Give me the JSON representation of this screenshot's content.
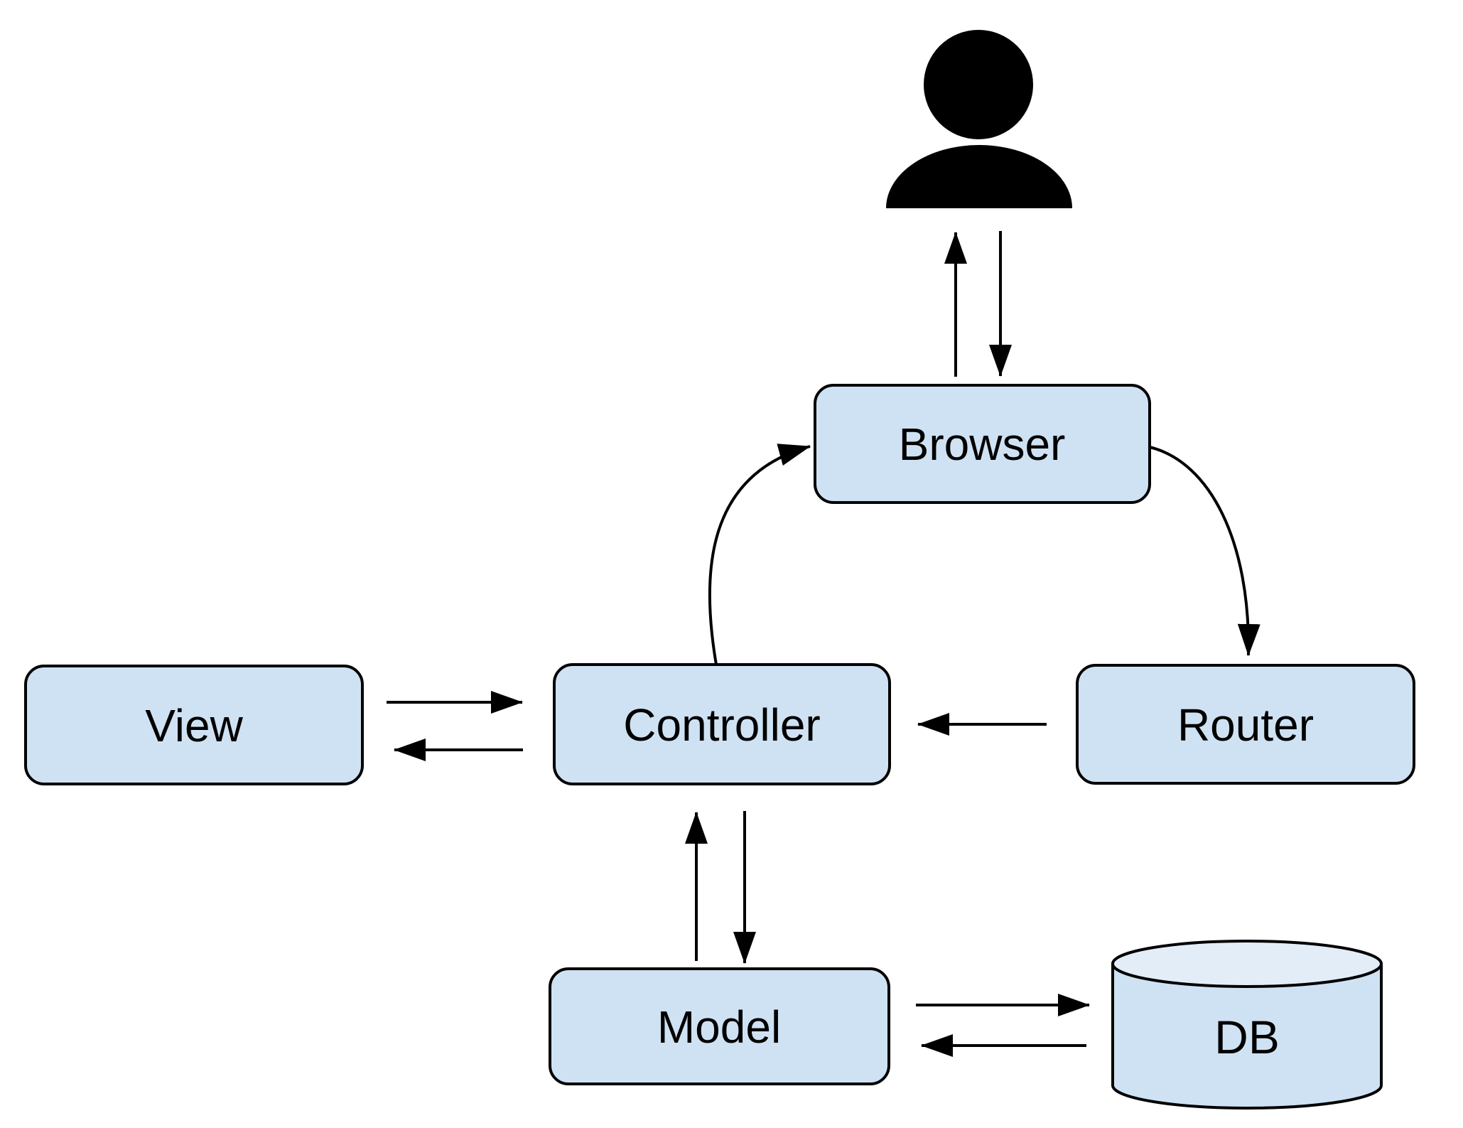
{
  "diagram_type": "architecture-flow",
  "nodes": {
    "user": {
      "label": "",
      "shape": "person-icon"
    },
    "browser": {
      "label": "Browser",
      "shape": "rounded-rect"
    },
    "view": {
      "label": "View",
      "shape": "rounded-rect"
    },
    "controller": {
      "label": "Controller",
      "shape": "rounded-rect"
    },
    "router": {
      "label": "Router",
      "shape": "rounded-rect"
    },
    "model": {
      "label": "Model",
      "shape": "rounded-rect"
    },
    "db": {
      "label": "DB",
      "shape": "cylinder"
    }
  },
  "edges": [
    {
      "from": "browser",
      "to": "user",
      "style": "straight-vertical",
      "direction": "up"
    },
    {
      "from": "user",
      "to": "browser",
      "style": "straight-vertical",
      "direction": "down"
    },
    {
      "from": "controller",
      "to": "browser",
      "style": "curved",
      "direction": "up-right"
    },
    {
      "from": "browser",
      "to": "router",
      "style": "curved",
      "direction": "down-right"
    },
    {
      "from": "router",
      "to": "controller",
      "style": "straight-horizontal",
      "direction": "left"
    },
    {
      "from": "view",
      "to": "controller",
      "style": "straight-horizontal",
      "direction": "right"
    },
    {
      "from": "controller",
      "to": "view",
      "style": "straight-horizontal",
      "direction": "left"
    },
    {
      "from": "model",
      "to": "controller",
      "style": "straight-vertical",
      "direction": "up"
    },
    {
      "from": "controller",
      "to": "model",
      "style": "straight-vertical",
      "direction": "down"
    },
    {
      "from": "model",
      "to": "db",
      "style": "straight-horizontal",
      "direction": "right"
    },
    {
      "from": "db",
      "to": "model",
      "style": "straight-horizontal",
      "direction": "left"
    }
  ],
  "colors": {
    "node_fill": "#cfe2f3",
    "cylinder_top_fill": "#e3edf8",
    "stroke": "#000000",
    "arrow": "#000000",
    "background": "#ffffff",
    "person_icon": "#000000"
  }
}
